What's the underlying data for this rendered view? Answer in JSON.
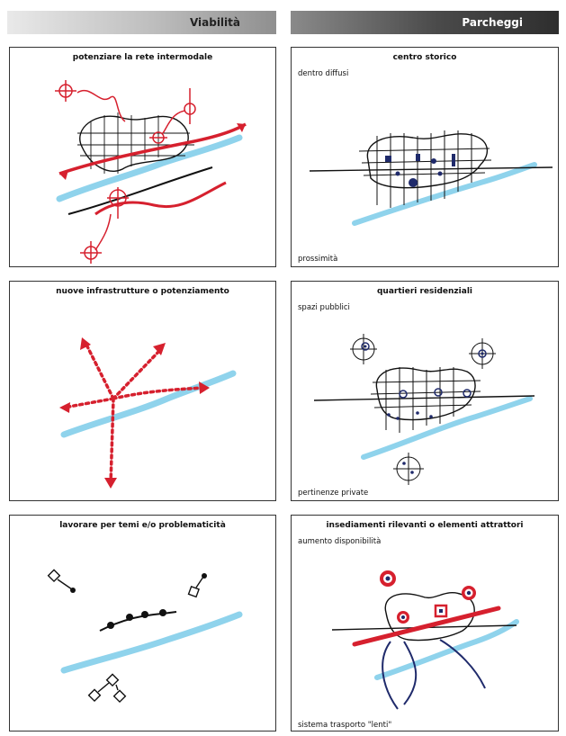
{
  "headers": {
    "left": "Viabilità",
    "right": "Parcheggi"
  },
  "panels": {
    "p1": {
      "title": "potenziare la rete intermodale"
    },
    "p2": {
      "title": "centro storico",
      "top_note": "dentro diffusi",
      "bottom_note": "prossimità"
    },
    "p3": {
      "title": "nuove infrastrutture o potenziamento"
    },
    "p4": {
      "title": "quartieri residenziali",
      "top_note": "spazi pubblici",
      "bottom_note": "pertinenze private"
    },
    "p5": {
      "title": "lavorare per temi e/o problematicità"
    },
    "p6": {
      "title": "insediamenti rilevanti o elementi attrattori",
      "top_note": "aumento disponibilità",
      "bottom_note": "sistema trasporto \"lenti\""
    }
  },
  "colors": {
    "river": "#8fd3ec",
    "red": "#d6202e",
    "black": "#111111",
    "navy": "#1f2a6b"
  }
}
